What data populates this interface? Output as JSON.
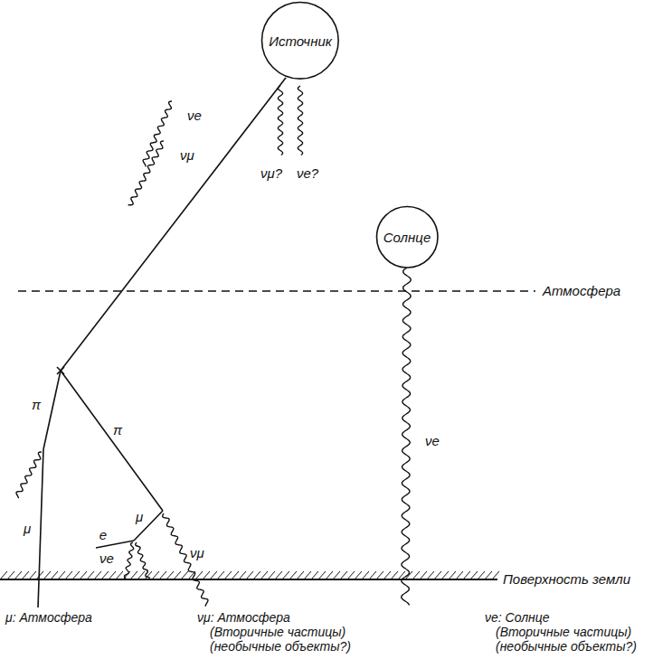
{
  "diagram": {
    "nodes": [
      {
        "text": [
          "Источник"
        ]
      },
      {
        "text": [
          "Солнце"
        ]
      }
    ],
    "labels": [
      "νe",
      "νμ",
      "νμ?",
      "νe?",
      "Атмосфера",
      "π",
      "π",
      "μ",
      "μ",
      "e",
      "νμ",
      "νe",
      "νe",
      "Поверхность земли",
      "μ: Атмосфера",
      "νμ: Атмосфера",
      "(Вторичные частицы)",
      "(необычные объекты?)",
      "νe: Солнце",
      "(Вторичные частицы)",
      "(необычные объекты?)"
    ]
  }
}
